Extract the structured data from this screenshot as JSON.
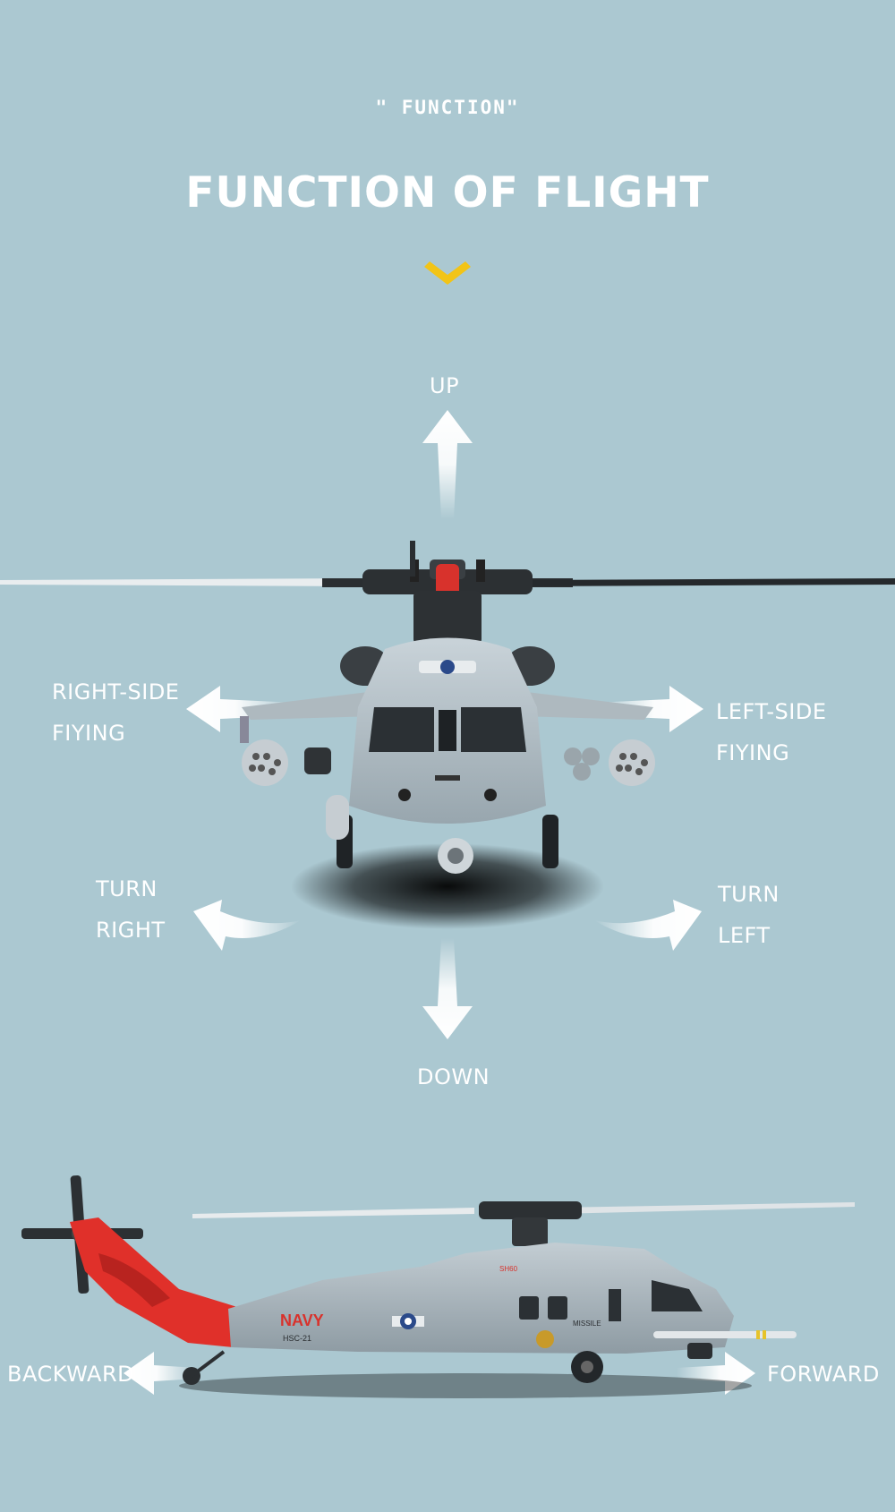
{
  "header": {
    "eyebrow": "\" FUNCTION\"",
    "title": "FUNCTION OF FLIGHT"
  },
  "labels": {
    "up": "UP",
    "down": "DOWN",
    "right_side_1": "RIGHT-SIDE",
    "right_side_2": "FIYING",
    "left_side_1": "LEFT-SIDE",
    "left_side_2": "FIYING",
    "turn_right_1": "TURN",
    "turn_right_2": "RIGHT",
    "turn_left_1": "TURN",
    "turn_left_2": "LEFT",
    "backward": "BACKWARD",
    "forward": "FORWARD"
  },
  "side_view": {
    "navy": "NAVY",
    "unit": "HSC-21",
    "sh60": "SH60",
    "missile": "MISSILE"
  },
  "colors": {
    "background": "#abc8d1",
    "accent_chevron": "#f2c417",
    "tail_red": "#e0302a"
  }
}
